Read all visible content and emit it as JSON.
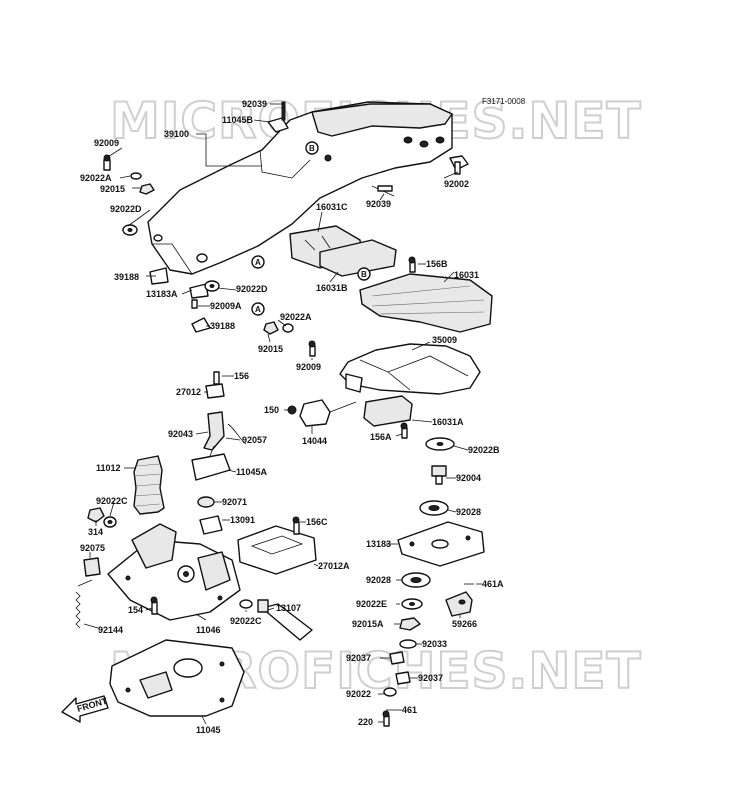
{
  "diagram": {
    "code": "F3171-0008",
    "watermark": "MICROFICHES.NET",
    "front": "FRONT",
    "callouts": [
      "A",
      "B"
    ],
    "labels": {
      "l92039a": "92039",
      "l11045b": "11045B",
      "l39100": "39100",
      "l92009a": "92009",
      "l92022a_1": "92022A",
      "l92015a": "92015",
      "l92022d_1": "92022D",
      "l92002": "92002",
      "l92039b": "92039",
      "l16031c": "16031C",
      "l16031b": "16031B",
      "l156b": "156B",
      "l16031": "16031",
      "l39188a": "39188",
      "l13183a": "13183A",
      "l92022d_2": "92022D",
      "l92009a2": "92009A",
      "l39188b": "39188",
      "l92022a_2": "92022A",
      "l92015b": "92015",
      "l92009b": "92009",
      "l35009": "35009",
      "l156": "156",
      "l27012": "27012",
      "l150": "150",
      "l14044": "14044",
      "l16031a": "16031A",
      "l156a": "156A",
      "l92022b": "92022B",
      "l92043": "92043",
      "l92057": "92057",
      "l11045a": "11045A",
      "l11012": "11012",
      "l92004": "92004",
      "l92022c_1": "92022C",
      "l92071": "92071",
      "l13091": "13091",
      "l314": "314",
      "l156c": "156C",
      "l92028a": "92028",
      "l92075": "92075",
      "l13183": "13183",
      "l27012a": "27012A",
      "l92028b": "92028",
      "l461a": "461A",
      "l154": "154",
      "l13107": "13107",
      "l92022e": "92022E",
      "l92144": "92144",
      "l11046": "11046",
      "l92022c_2": "92022C",
      "l92015a2": "92015A",
      "l59266": "59266",
      "l92033": "92033",
      "l92037a": "92037",
      "l92037b": "92037",
      "l92022": "92022",
      "l461": "461",
      "l220": "220",
      "l11045": "11045"
    }
  }
}
